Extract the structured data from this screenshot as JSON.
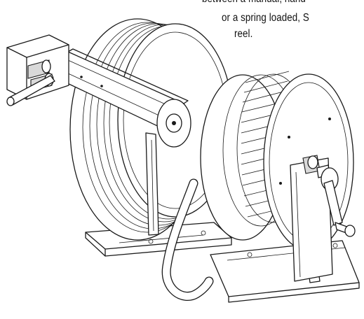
{
  "caption": {
    "line1": "between a manual, hand",
    "line2": "or a spring loaded,  S",
    "line3": "reel."
  },
  "colors": {
    "ink": "#1a1a1a",
    "paper": "#ffffff",
    "shade": "#d9d9d9"
  }
}
